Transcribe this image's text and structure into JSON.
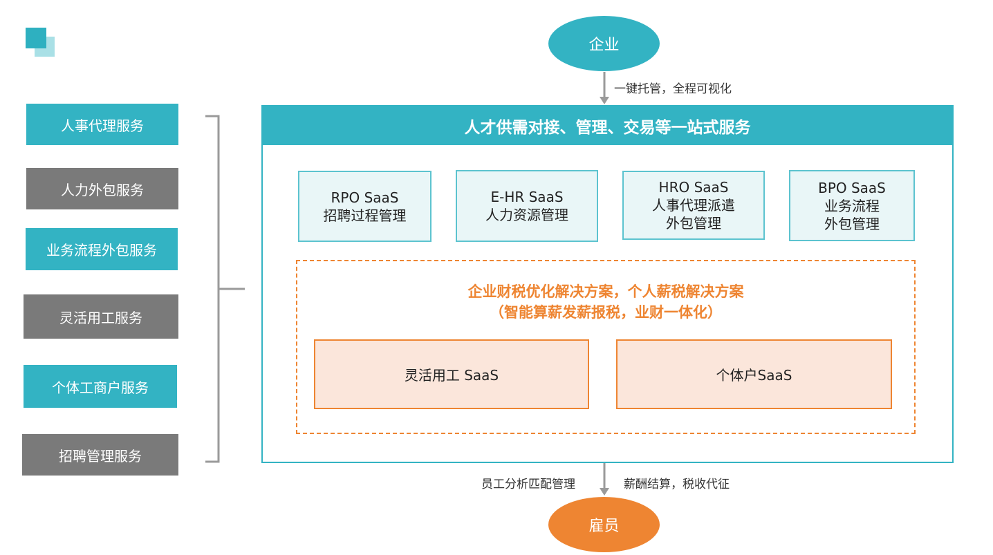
{
  "colors": {
    "teal": "#33b3c3",
    "gray": "#7a7a7a",
    "orange": "#ee8532",
    "light_teal": "#e9f6f7",
    "light_orange": "#fbe6db"
  },
  "services": [
    {
      "label": "人事代理服务",
      "style": "teal"
    },
    {
      "label": "人力外包服务",
      "style": "gray"
    },
    {
      "label": "业务流程外包服务",
      "style": "teal"
    },
    {
      "label": "灵活用工服务",
      "style": "gray"
    },
    {
      "label": "个体工商户服务",
      "style": "teal"
    },
    {
      "label": "招聘管理服务",
      "style": "gray"
    }
  ],
  "top_node": "企业",
  "top_arrow_label": "一键托管，全程可视化",
  "panel_title": "人才供需对接、管理、交易等一站式服务",
  "saas_modules": [
    {
      "lines": [
        "RPO SaaS",
        "招聘过程管理"
      ]
    },
    {
      "lines": [
        "E-HR SaaS",
        "人力资源管理"
      ]
    },
    {
      "lines": [
        "HRO SaaS",
        "人事代理派遣",
        "外包管理"
      ]
    },
    {
      "lines": [
        "BPO SaaS",
        "业务流程",
        "外包管理"
      ]
    }
  ],
  "solution": {
    "line1": "企业财税优化解决方案，个人薪税解决方案",
    "line2": "（智能算薪发薪报税，业财一体化）",
    "boxes": [
      "灵活用工 SaaS",
      "个体户SaaS"
    ]
  },
  "bottom_left_label": "员工分析匹配管理",
  "bottom_right_label": "薪酬结算，税收代征",
  "bottom_node": "雇员"
}
